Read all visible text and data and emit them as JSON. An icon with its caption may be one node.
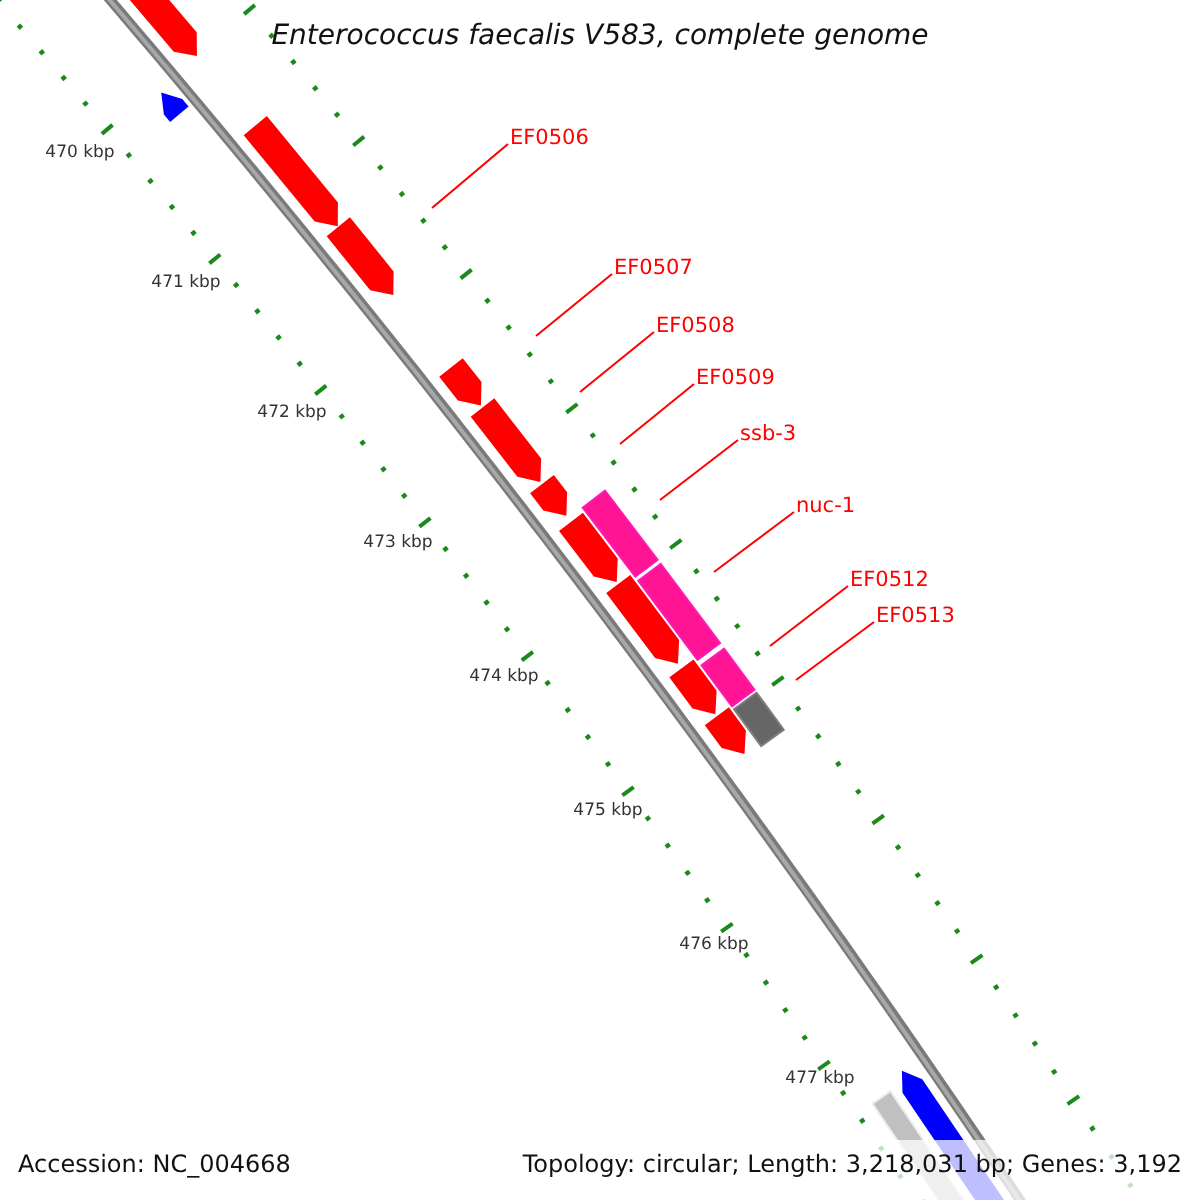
{
  "diagram": {
    "title": "Enterococcus faecalis V583, complete genome",
    "nodes": [
      {
        "text": [
          "EF0506"
        ]
      },
      {
        "text": [
          "EF0507"
        ]
      },
      {
        "text": [
          "EF0508"
        ]
      },
      {
        "text": [
          "EF0509"
        ]
      },
      {
        "text": [
          "ssb-3"
        ]
      },
      {
        "text": [
          "nuc-1"
        ]
      },
      {
        "text": [
          "EF0512"
        ]
      },
      {
        "text": [
          "EF0513"
        ]
      }
    ],
    "edges": [
      {
        "from": 0,
        "to": null,
        "arrow": "none"
      },
      {
        "from": 1,
        "to": null,
        "arrow": "none"
      },
      {
        "from": 2,
        "to": null,
        "arrow": "none"
      },
      {
        "from": 3,
        "to": null,
        "arrow": "none"
      },
      {
        "from": 4,
        "to": null,
        "arrow": "none"
      },
      {
        "from": 5,
        "to": null,
        "arrow": "none"
      },
      {
        "from": 6,
        "to": null,
        "arrow": "none"
      },
      {
        "from": 7,
        "to": null,
        "arrow": "none"
      }
    ],
    "labels": [
      "470 kbp",
      "471 kbp",
      "472 kbp",
      "473 kbp",
      "474 kbp",
      "475 kbp",
      "476 kbp",
      "477 kbp",
      "Accession: NC_004668",
      "Topology: circular; Length: 3,218,031 bp; Genes: 3,192"
    ]
  }
}
